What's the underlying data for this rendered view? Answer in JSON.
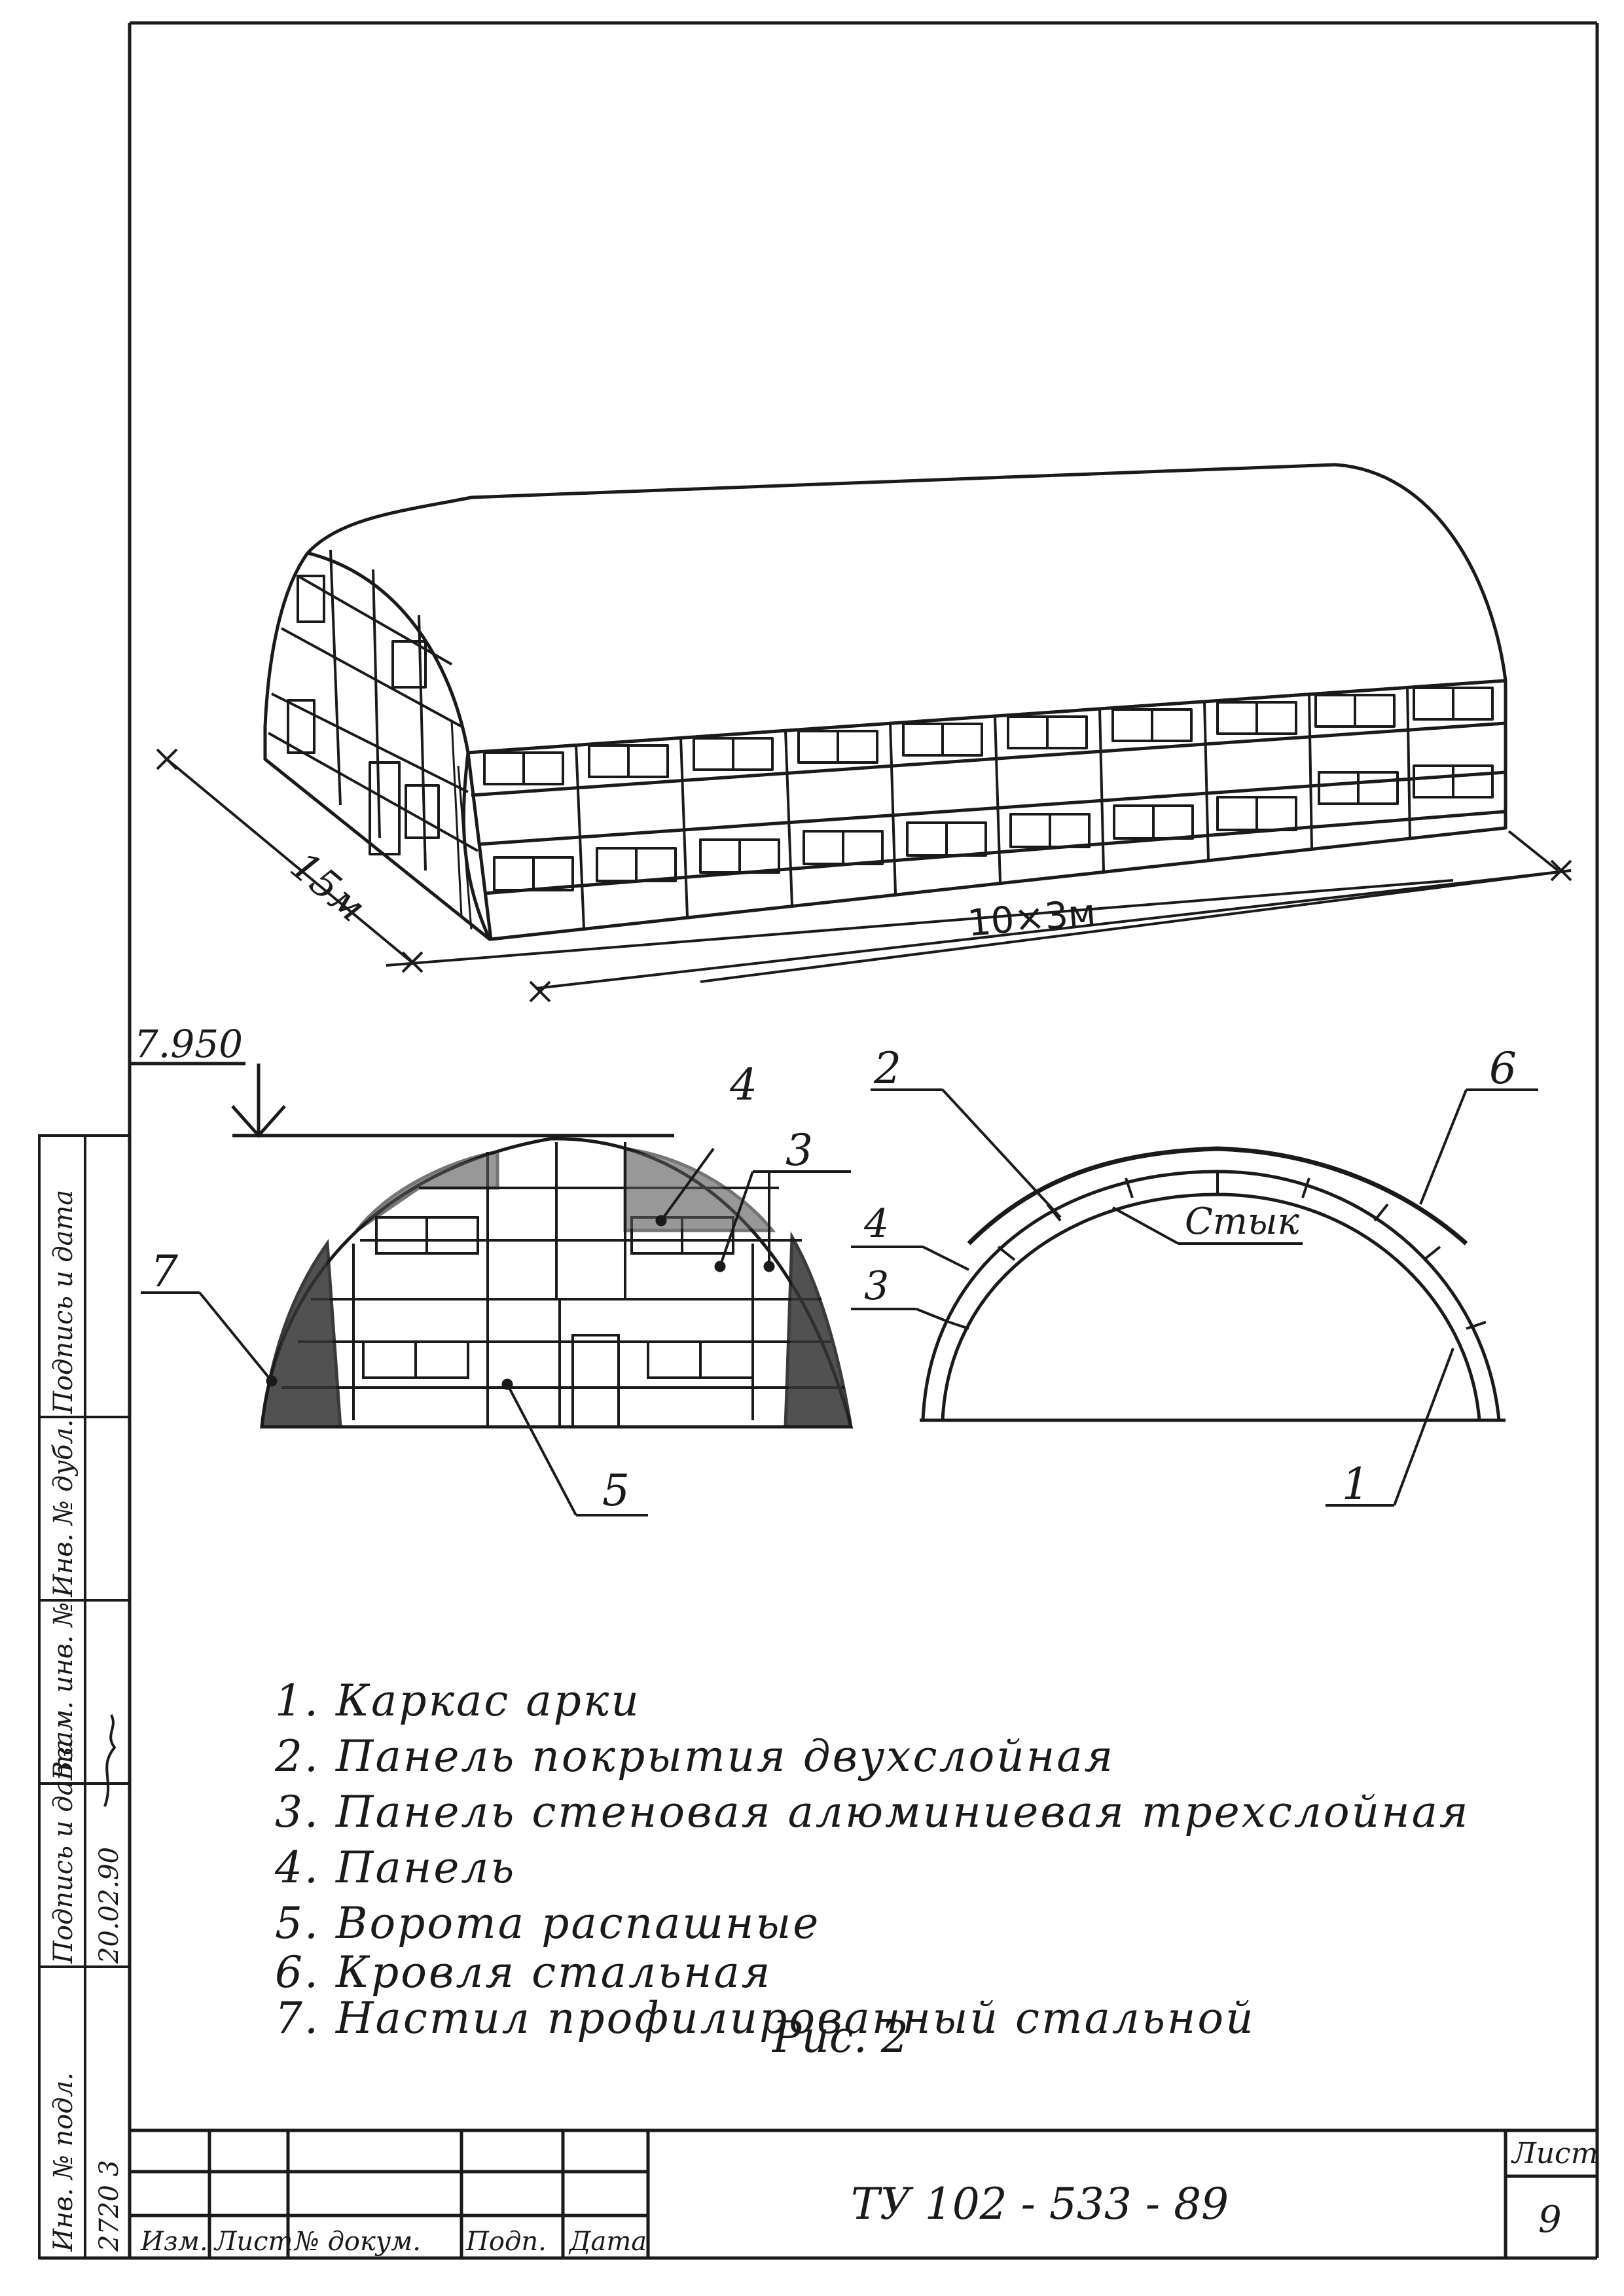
{
  "dimensions": {
    "width_label": "15м",
    "length_label": "10×3м",
    "elevation": "7.950"
  },
  "callouts": {
    "c1": "1",
    "c2": "2",
    "c3a": "3",
    "c3b": "3",
    "c4a": "4",
    "c4b": "4",
    "c5": "5",
    "c6": "6",
    "c7": "7",
    "joint": "Стык"
  },
  "legend": [
    "1. Каркас арки",
    "2. Панель покрытия двухслойная",
    "3. Панель стеновая алюминиевая трехслойная",
    "4. Панель",
    "5. Ворота распашные",
    "6. Кровля стальная",
    "7. Настил профилированный стальной"
  ],
  "figure_caption": "Рис. 2",
  "side_stamp": [
    "Инв. № подл.",
    "Подпись и дата",
    "Взам. инв. №",
    "Инв. № дубл.",
    "Подпись и дата"
  ],
  "side_stamp_values": {
    "inv_no": "2720 3",
    "date": "20.02.90"
  },
  "title_block": {
    "designation": "ТУ 102 - 533 - 89",
    "sheet_label": "Лист",
    "sheet_no": "9",
    "columns": [
      "Изм.",
      "Лист",
      "№ докум.",
      "Подп.",
      "Дата"
    ]
  }
}
